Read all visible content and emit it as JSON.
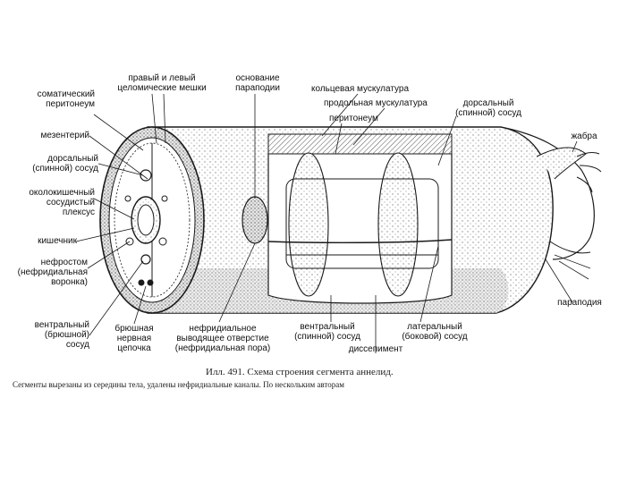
{
  "labels": {
    "somatic_peritoneum": "соматический\nперитонеум",
    "mesentery": "мезентерий",
    "dorsal_vessel_left": "дорсальный\n(спинной) сосуд",
    "perienteric_plexus": "околокишечный\nсосудистый\nплексус",
    "intestine": "кишечник",
    "nephrostome": "нефростом\n(нефридиальная\nворонка)",
    "ventral_vessel_left": "вентральный\n(брюшной)\nсосуд",
    "coelomic_sacs": "правый и левый\nцеломические мешки",
    "parapodium_base": "основание\nпараподии",
    "circular_muscles": "кольцевая мускулатура",
    "longitudinal_muscles": "продольная мускулатура",
    "peritoneum": "перитонеум",
    "dorsal_vessel_right": "дорсальный\n(спинной) сосуд",
    "gill": "жабра",
    "parapodium": "параподия",
    "ventral_nerve_chain": "брюшная\nнервная\nцепочка",
    "nephridial_pore": "нефридиальное\nвыводящее отверстие\n(нефридиальная пора)",
    "ventral_vessel_bottom": "вентральный\n(спинной) сосуд",
    "dissepiment": "диссепимент",
    "lateral_vessel": "латеральный\n(боковой) сосуд"
  },
  "caption": {
    "title": "Илл. 491. Схема строения сегмента аннелид.",
    "subtitle": "Сегменты вырезаны из середины тела, удалены нефридиальные каналы. По нескольким авторам"
  },
  "colors": {
    "ink": "#1a1a1a",
    "paper": "#ffffff",
    "stipple": "#9a9a9a"
  }
}
